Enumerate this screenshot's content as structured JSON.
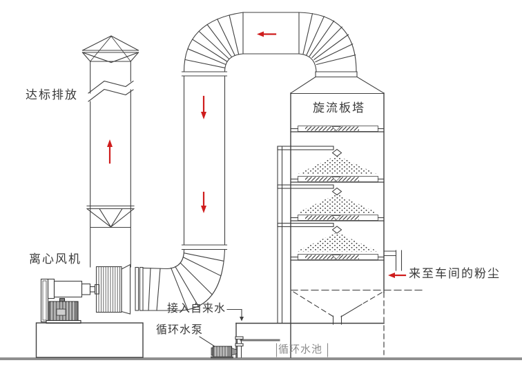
{
  "diagram": {
    "type": "industrial dust scrubbing process flow schematic",
    "labels": {
      "emission": "达标排放",
      "tower": "旋流板塔",
      "fan": "离心风机",
      "tap_water": "接入自来水",
      "pump": "循环水泵",
      "dust_inlet": "来至车间的粉尘",
      "pool": "循环水池"
    },
    "flow_arrows": [
      {
        "id": "stack-up",
        "direction": "up",
        "location": "exhaust stack"
      },
      {
        "id": "duct-down-upper",
        "direction": "down",
        "location": "vertical duct upper"
      },
      {
        "id": "top-duct-left",
        "direction": "left",
        "location": "top horizontal duct"
      },
      {
        "id": "duct-down-lower",
        "direction": "down",
        "location": "vertical duct lower"
      },
      {
        "id": "inlet-left",
        "direction": "left",
        "location": "dust inlet to tower"
      }
    ],
    "component_counts": {
      "swirl_trays": 4,
      "spray_nozzles": 3
    },
    "colors": {
      "line": "#3f3f3f",
      "arrow_red": "#cf1d1d",
      "ground": "#8f8f8f",
      "motor_gray": "#7d7d7d"
    }
  }
}
